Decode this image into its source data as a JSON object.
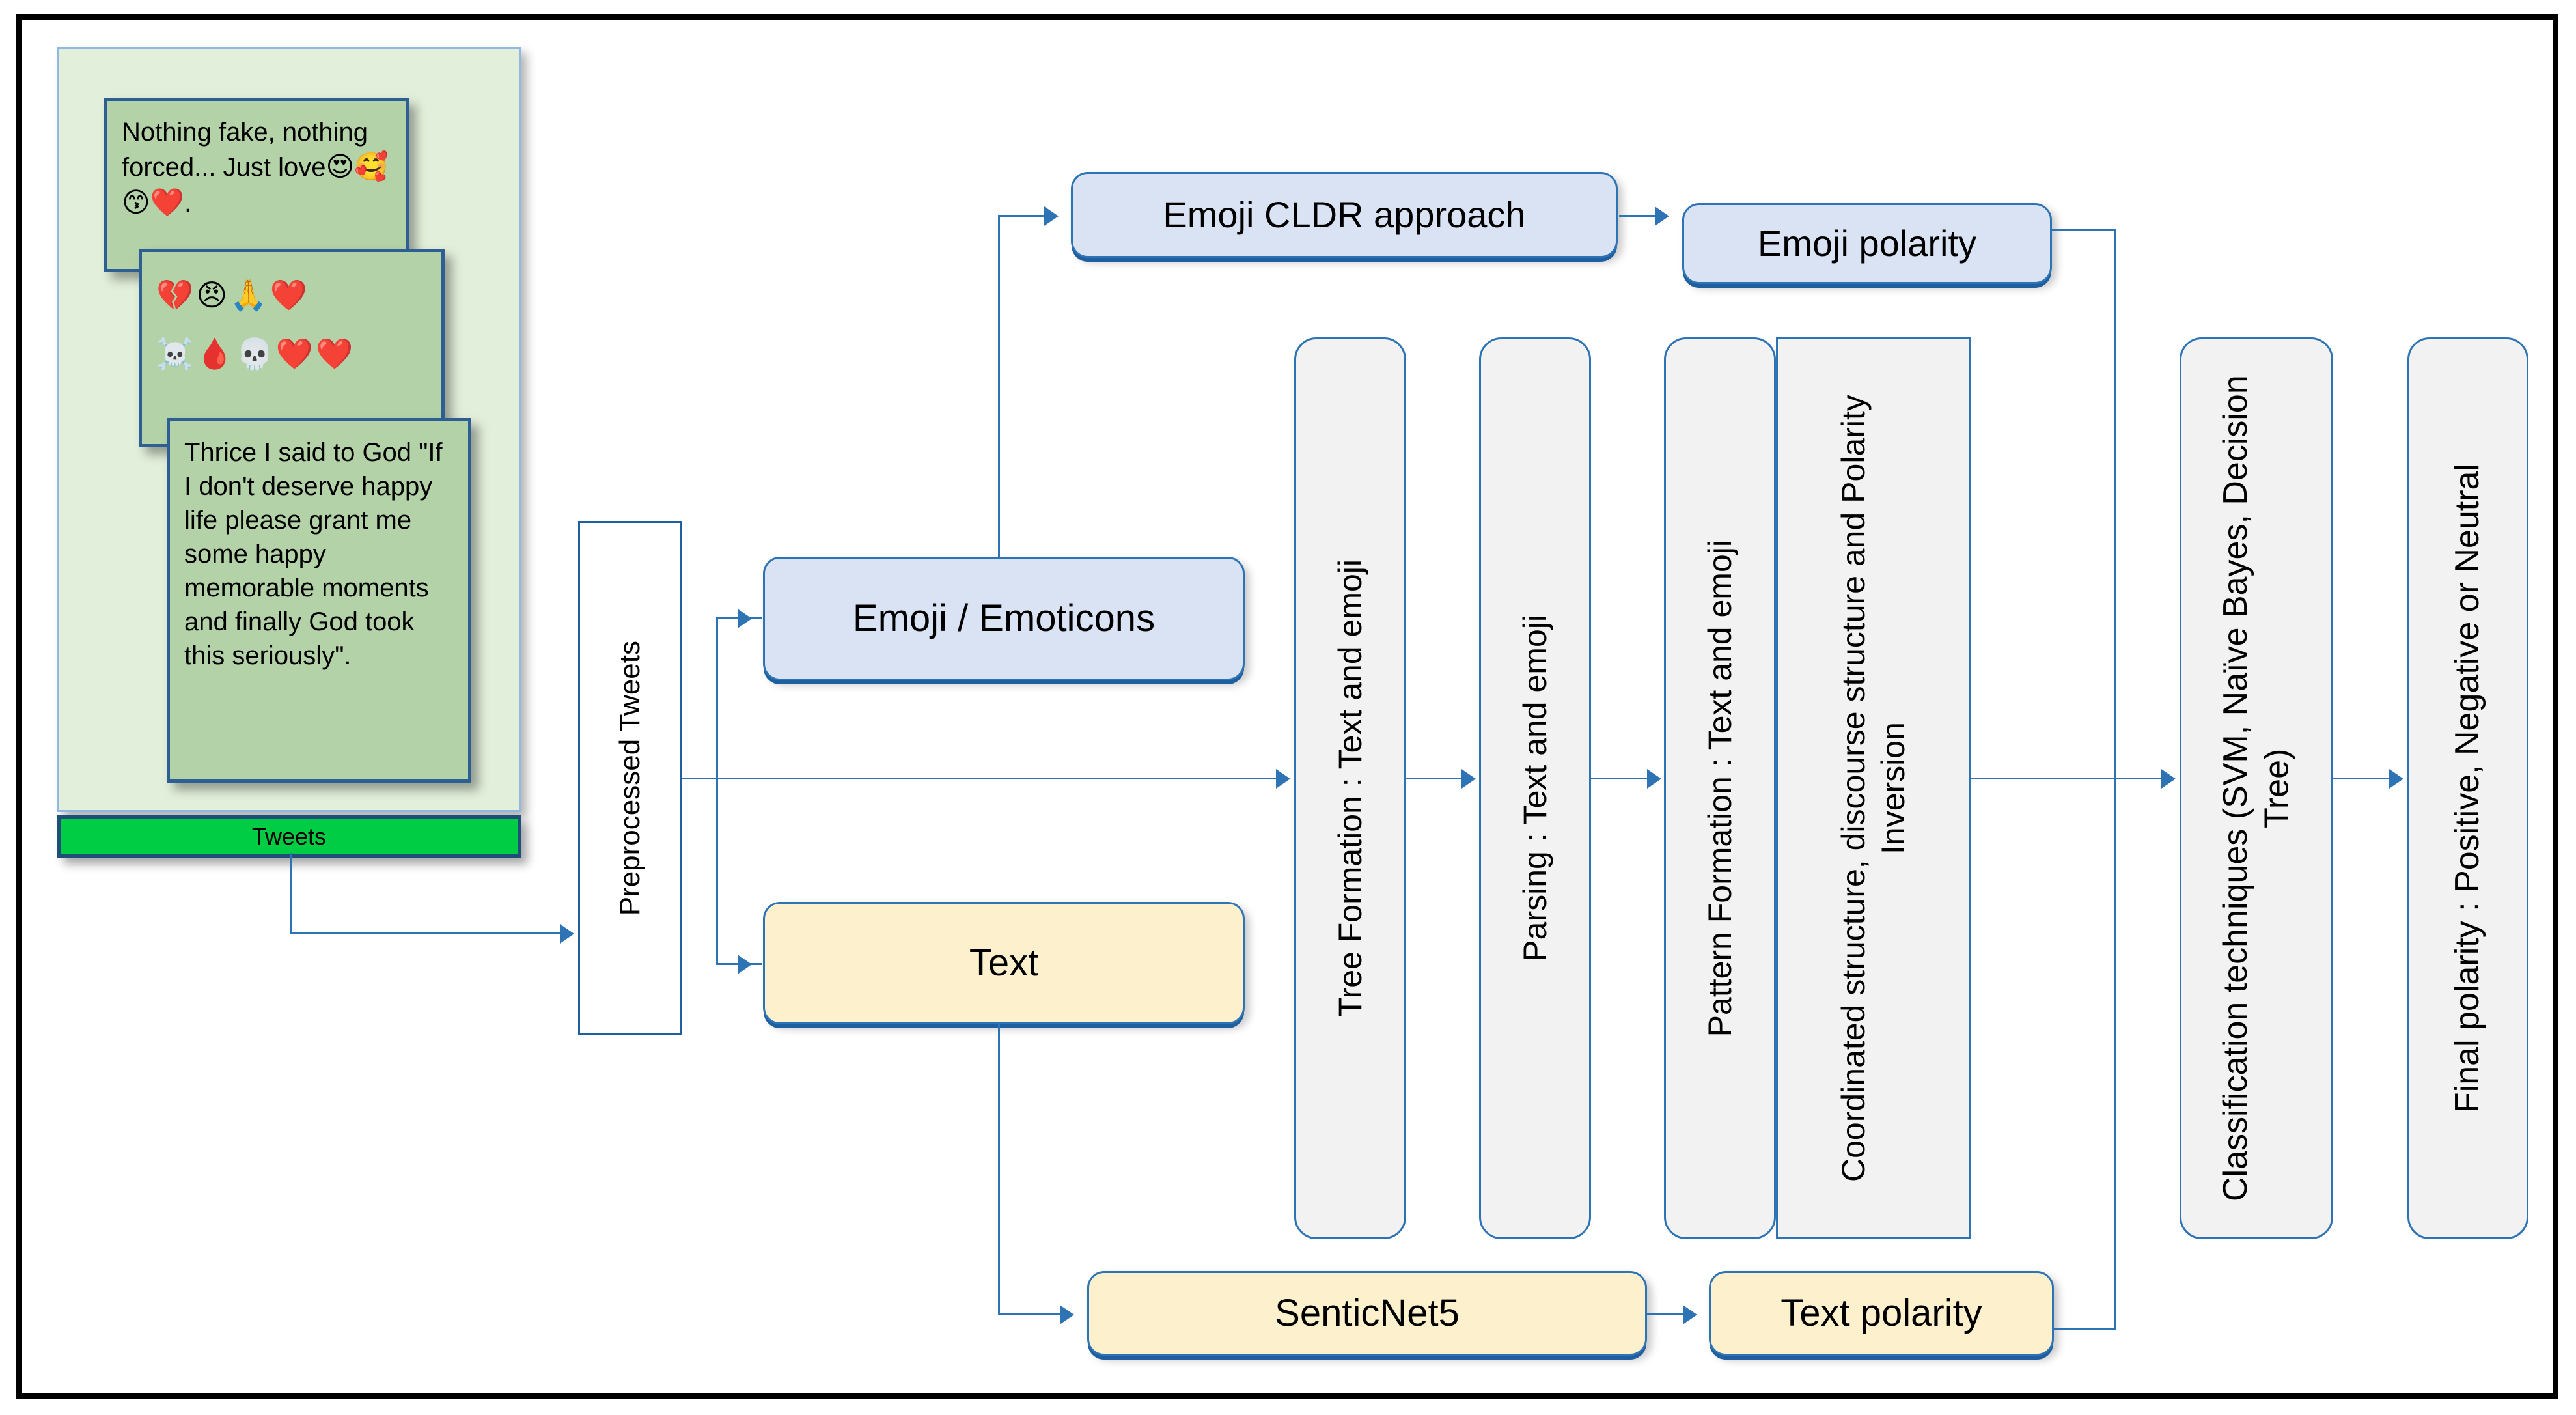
{
  "diagram": {
    "title": "Emoji and text sentiment analysis pipeline",
    "colors": {
      "accent_blue": "#2e74b5",
      "node_blue": "#dae3f3",
      "node_cream": "#fdf0cd",
      "node_gray": "#f2f2f2",
      "tweets_green": "#00cc44",
      "panel_green": "#e2efda",
      "card_green": "#b4d2a7",
      "frame_black": "#000000"
    }
  },
  "tweets": {
    "label": "Tweets",
    "cards": [
      {
        "id": "tweet-1",
        "text": "Nothing fake, nothing forced... Just love",
        "emoji": "😍🥰😙❤️",
        "trailing": "."
      },
      {
        "id": "tweet-2",
        "emoji_line_1": "💔😠🙏❤️",
        "emoji_line_2": "☠️🩸💀❤️❤️"
      },
      {
        "id": "tweet-3",
        "text": "Thrice I said to God \"If I don't deserve happy life please grant me some happy memorable moments and finally God took this seriously\"."
      }
    ]
  },
  "nodes": {
    "preprocessed_tweets": "Preprocessed Tweets",
    "emoji_emoticons": "Emoji / Emoticons",
    "text": "Text",
    "emoji_cldr": "Emoji CLDR approach",
    "emoji_polarity": "Emoji polarity",
    "senticnet5": "SenticNet5",
    "text_polarity": "Text polarity",
    "tree_formation": "Tree Formation : Text and emoji",
    "parsing": "Parsing : Text and emoji",
    "pattern_formation": "Pattern Formation : Text and emoji",
    "coordinated_structure": "Coordinated structure, discourse structure and Polarity Inversion",
    "classification": "Classification techniques (SVM, Naïve Bayes, Decision Tree)",
    "final_polarity": "Final polarity : Positive, Negative or Neutral"
  }
}
